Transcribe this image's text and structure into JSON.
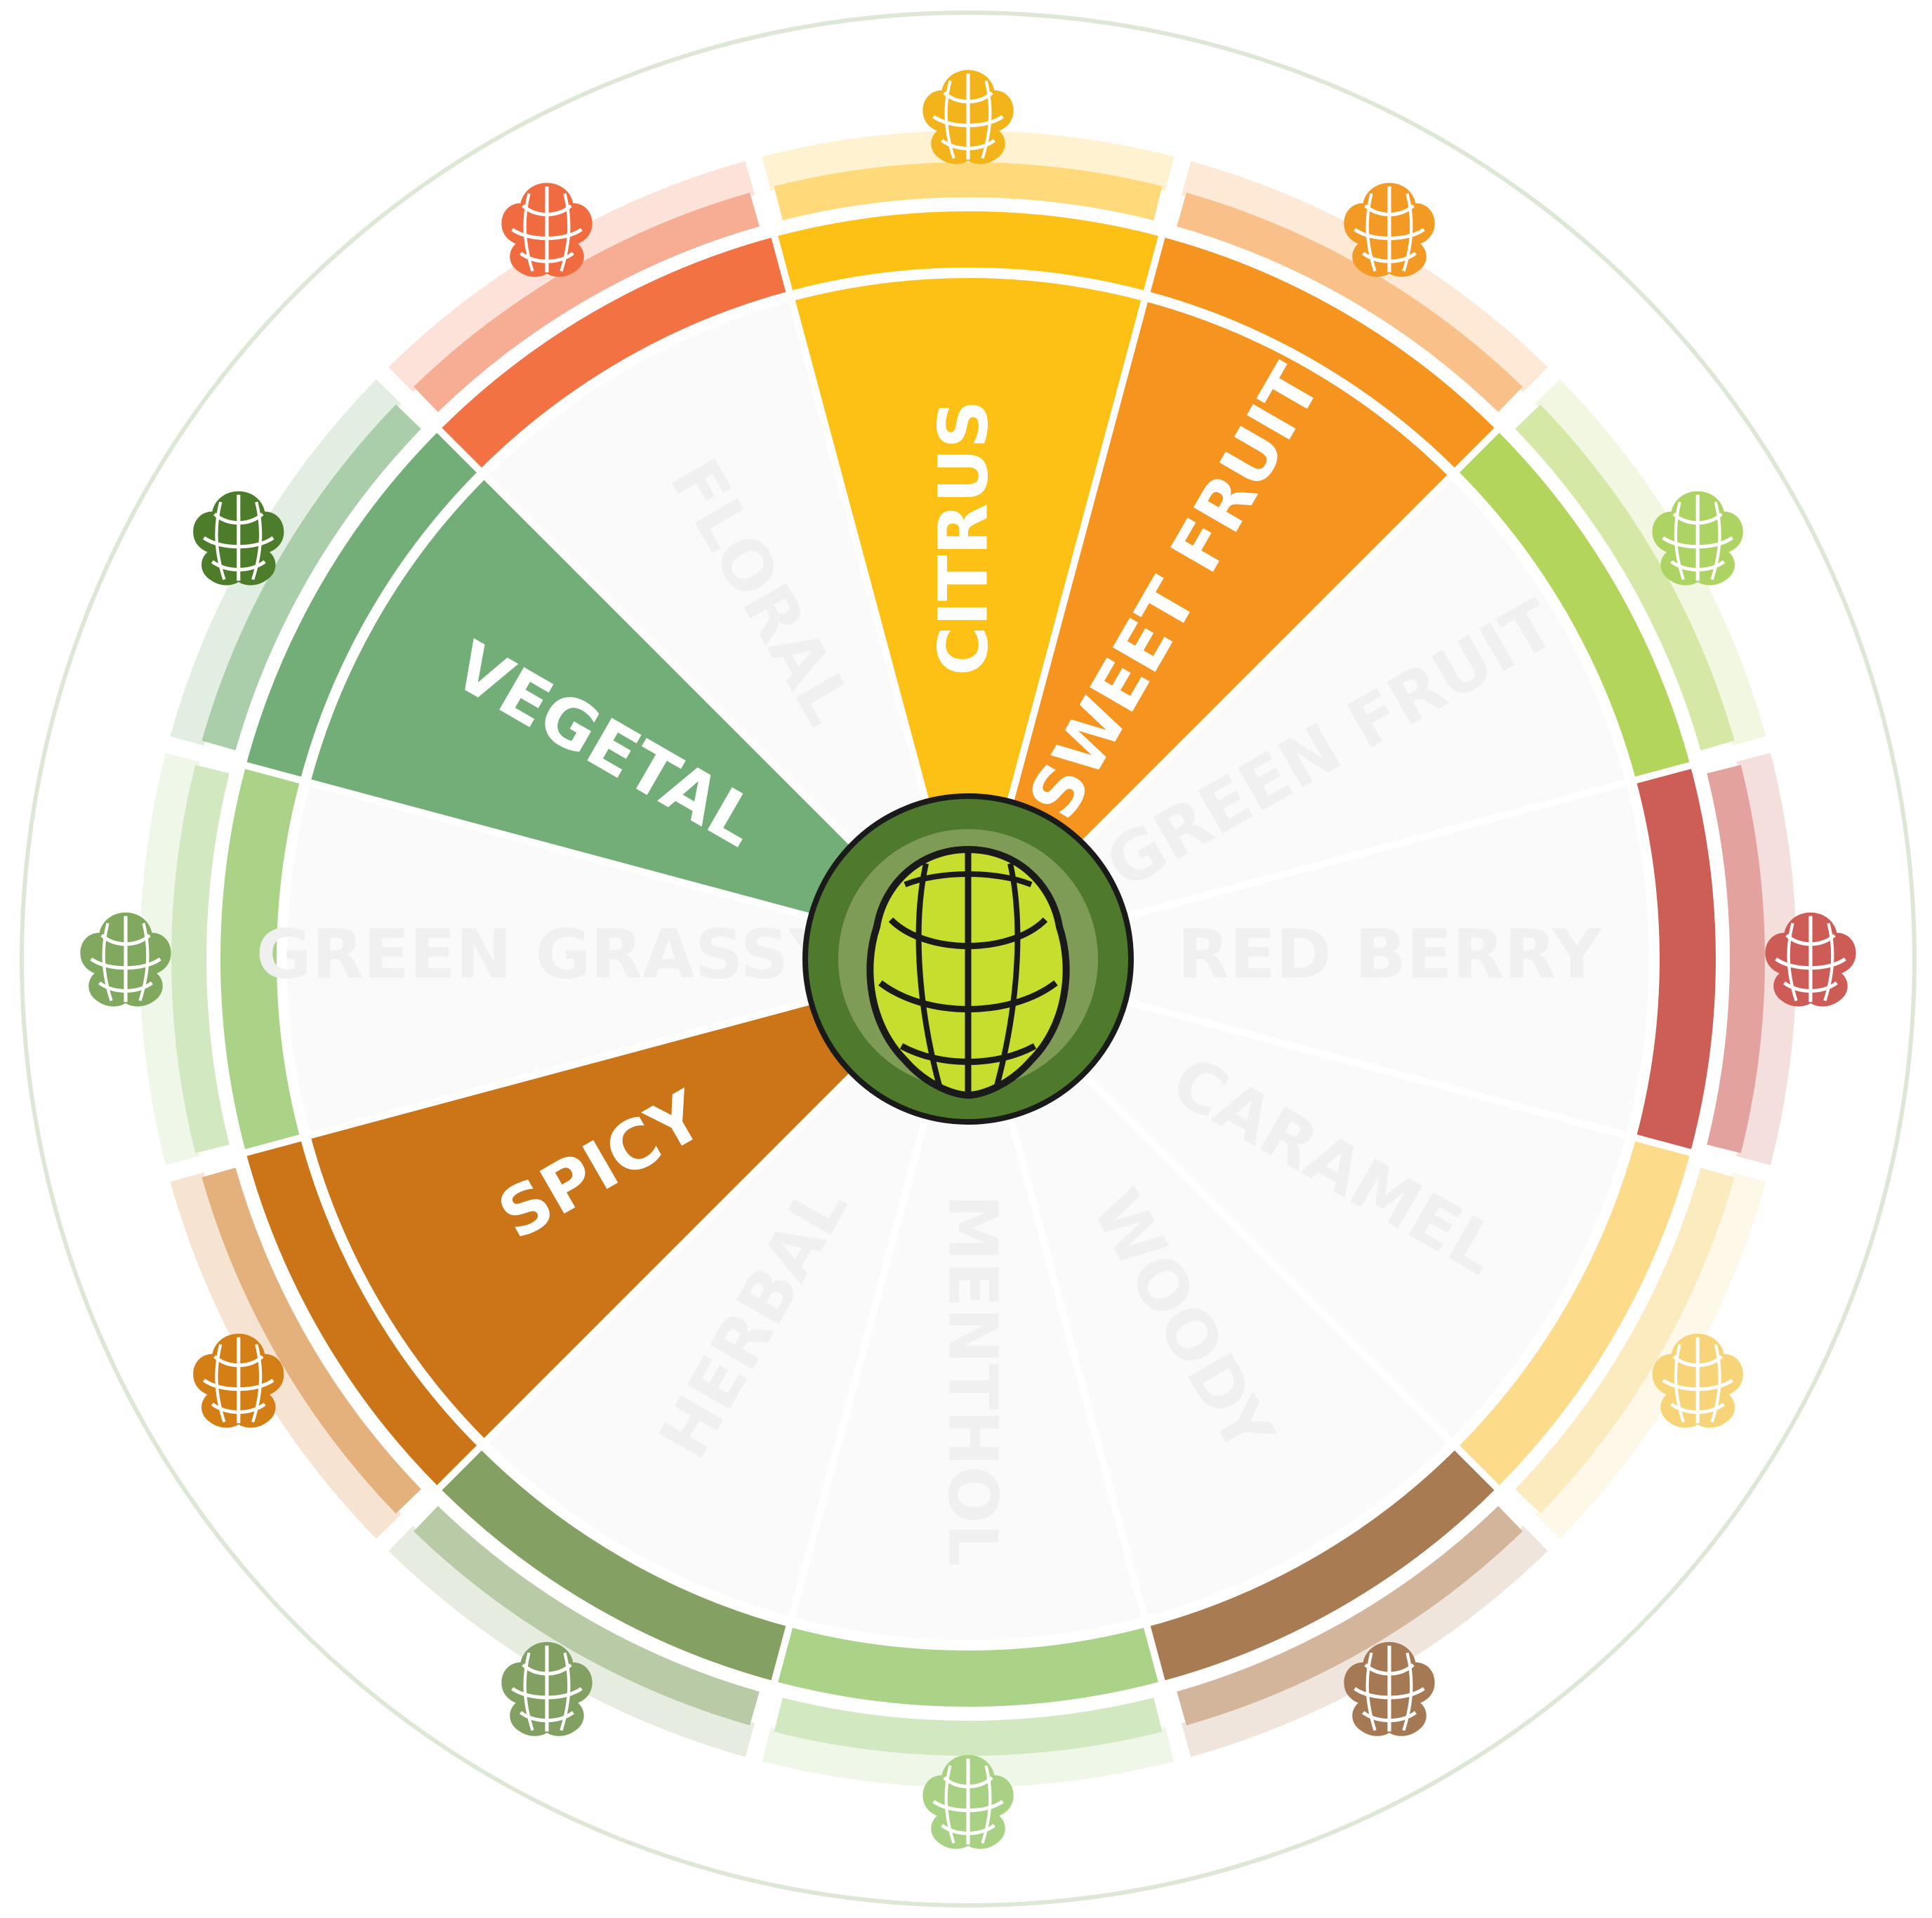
{
  "wheel": {
    "segments": [
      {
        "id": "citrus",
        "label": "CITRUS",
        "active": true,
        "color": "#FCC114",
        "ring": "#FFD97A",
        "hop": "#F3B41B"
      },
      {
        "id": "sweet-fruit",
        "label": "SWEET FRUIT",
        "active": true,
        "color": "#F5941F",
        "ring": "#F9C08A",
        "hop": "#F39A24"
      },
      {
        "id": "green-fruit",
        "label": "GREEN FRUIT",
        "active": false,
        "color": "#B3D55C",
        "ring": "#D6E8A5",
        "hop": "#ADD363"
      },
      {
        "id": "red-berry",
        "label": "RED BERRY",
        "active": false,
        "color": "#CD5E55",
        "ring": "#E3A29D",
        "hop": "#CE5C56"
      },
      {
        "id": "caramel",
        "label": "CARAMEL",
        "active": false,
        "color": "#FCDC8B",
        "ring": "#FDEBC0",
        "hop": "#F7D477"
      },
      {
        "id": "woody",
        "label": "WOODY",
        "active": false,
        "color": "#A87B53",
        "ring": "#D3B59C",
        "hop": "#A57954"
      },
      {
        "id": "menthol",
        "label": "MENTHOL",
        "active": false,
        "color": "#ABD387",
        "ring": "#D2E8C0",
        "hop": "#A8D183"
      },
      {
        "id": "herbal",
        "label": "HERBAL",
        "active": false,
        "color": "#85A063",
        "ring": "#B8CAA6",
        "hop": "#82A061"
      },
      {
        "id": "spicy",
        "label": "SPICY",
        "active": true,
        "color": "#CB7518",
        "ring": "#E4B07C",
        "hop": "#D47E16"
      },
      {
        "id": "green-grassy",
        "label": "GREEN GRASSY",
        "active": false,
        "color": "#ABD387",
        "ring": "#D2E8C0",
        "hop": "#80A85E"
      },
      {
        "id": "vegetal",
        "label": "VEGETAL",
        "active": true,
        "color": "#73AE79",
        "ring": "#ABCEAA",
        "hop": "#4D7C2B"
      },
      {
        "id": "floral",
        "label": "FLORAL",
        "active": false,
        "color": "#F37243",
        "ring": "#F6AD93",
        "hop": "#F06B3F"
      }
    ],
    "center": {
      "icon": "hop-cone-icon",
      "color": "#7F9C56",
      "rim": "#4F7A2C",
      "leaf": "#C8DE2F"
    },
    "inactive_fill": "#FAFAFA",
    "outer_ring_color": "#DCE7D5"
  }
}
